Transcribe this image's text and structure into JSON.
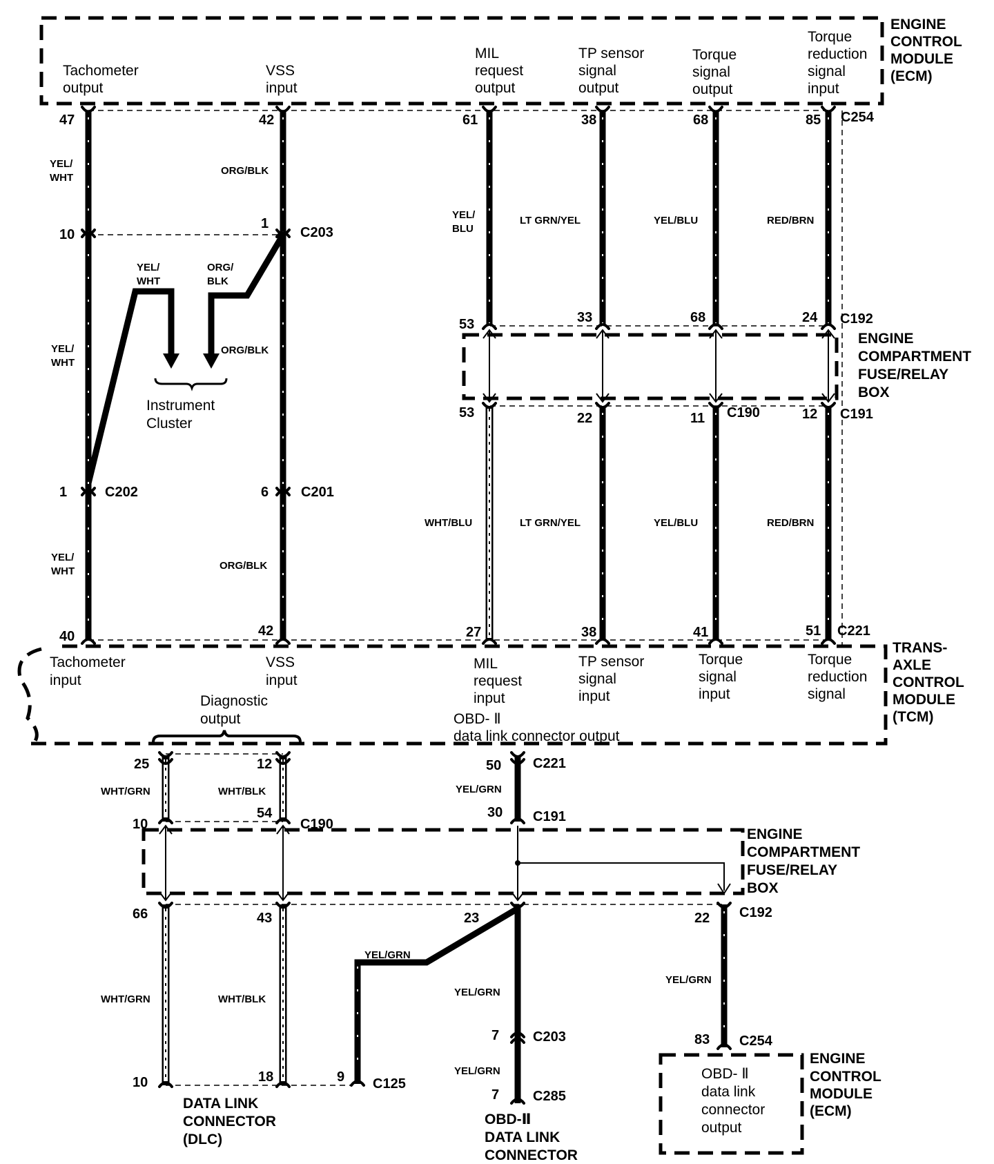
{
  "modules": {
    "ecm_top": [
      "ENGINE",
      "CONTROL",
      "MODULE",
      "(ECM)"
    ],
    "tcm": [
      "TRANS-",
      "AXLE",
      "CONTROL",
      "MODULE",
      "(TCM)"
    ],
    "fuse_box_upper": [
      "ENGINE",
      "COMPARTMENT",
      "FUSE/RELAY",
      "BOX"
    ],
    "fuse_box_lower": [
      "ENGINE",
      "COMPARTMENT",
      "FUSE/RELAY",
      "BOX"
    ],
    "ecm_bottom": [
      "ENGINE",
      "CONTROL",
      "MODULE",
      "(ECM)"
    ]
  },
  "ecm_top_labels": {
    "tach_output": [
      "Tachometer",
      "output"
    ],
    "vss_input": [
      "VSS",
      "input"
    ],
    "mil_output": [
      "MIL",
      "request",
      "output"
    ],
    "tp_output": [
      "TP sensor",
      "signal",
      "output"
    ],
    "torque_output": [
      "Torque",
      "signal",
      "output"
    ],
    "torque_red_input": [
      "Torque",
      "reduction",
      "signal",
      "input"
    ]
  },
  "tcm_labels": {
    "tach_input": [
      "Tachometer",
      "input"
    ],
    "vss_input": [
      "VSS",
      "input"
    ],
    "mil_input": [
      "MIL",
      "request",
      "input"
    ],
    "tp_input": [
      "TP sensor",
      "signal",
      "input"
    ],
    "torque_input": [
      "Torque",
      "signal",
      "input"
    ],
    "torque_red_signal": [
      "Torque",
      "reduction",
      "signal"
    ],
    "diag_output": [
      "Diagnostic",
      "output"
    ],
    "obd_output": [
      "OBD- Ⅱ",
      "data link connector output"
    ]
  },
  "instrument_cluster": [
    "Instrument",
    "Cluster"
  ],
  "ecm_bottom_label": [
    "OBD- Ⅱ",
    "data link",
    "connector",
    "output"
  ],
  "dlc_label": [
    "DATA LINK",
    "CONNECTOR",
    "(DLC)"
  ],
  "obd_connector_label": [
    "OBD-Ⅱ",
    "DATA LINK",
    "CONNECTOR"
  ],
  "connectors": {
    "c254_top": "C254",
    "c203_top": "C203",
    "c202": "C202",
    "c201": "C201",
    "c192_top": "C192",
    "c190_top": "C190",
    "c191_top": "C191",
    "c221_top": "C221",
    "c221_low": "C221",
    "c191_low": "C191",
    "c190_low": "C190",
    "c192_low": "C192",
    "c203_low": "C203",
    "c285": "C285",
    "c254_low": "C254",
    "c125": "C125"
  },
  "pins": {
    "p47": "47",
    "p10a": "10",
    "p1a": "1",
    "p40": "40",
    "p42a": "42",
    "p1b": "1",
    "p6": "6",
    "p42b": "42",
    "p61": "61",
    "p53a": "53",
    "p53b": "53",
    "p27": "27",
    "p38a": "38",
    "p33": "33",
    "p22a": "22",
    "p38b": "38",
    "p68a": "68",
    "p68b": "68",
    "p11": "11",
    "p41": "41",
    "p85": "85",
    "p24": "24",
    "p12a": "12",
    "p51": "51",
    "p25": "25",
    "p10b": "10",
    "p66": "66",
    "p10c": "10",
    "p12b": "12",
    "p54": "54",
    "p43": "43",
    "p18": "18",
    "p50": "50",
    "p30": "30",
    "p23": "23",
    "p7a": "7",
    "p7b": "7",
    "p9": "9",
    "p22b": "22",
    "p83": "83"
  },
  "wire_colors": {
    "tach1": [
      "YEL/",
      "WHT"
    ],
    "tach2": [
      "YEL/",
      "WHT"
    ],
    "tach3": [
      "YEL/",
      "WHT"
    ],
    "tach_ic": [
      "YEL/",
      "WHT"
    ],
    "vss1": "ORG/BLK",
    "vss2": "ORG/BLK",
    "vss3": "ORG/BLK",
    "vss_ic": [
      "ORG/",
      "BLK"
    ],
    "mil1": [
      "YEL/",
      "BLU"
    ],
    "mil2": "WHT/BLU",
    "tp1": "LT GRN/YEL",
    "tp2": "LT GRN/YEL",
    "tq1": "YEL/BLU",
    "tq2": "YEL/BLU",
    "tr1": "RED/BRN",
    "tr2": "RED/BRN",
    "d1a": "WHT/GRN",
    "d1b": "WHT/GRN",
    "d2a": "WHT/BLK",
    "d2b": "WHT/BLK",
    "obd1": "YEL/GRN",
    "obd2": "YEL/GRN",
    "obd3": "YEL/GRN",
    "obd4": "YEL/GRN",
    "obd5": "YEL/GRN"
  }
}
